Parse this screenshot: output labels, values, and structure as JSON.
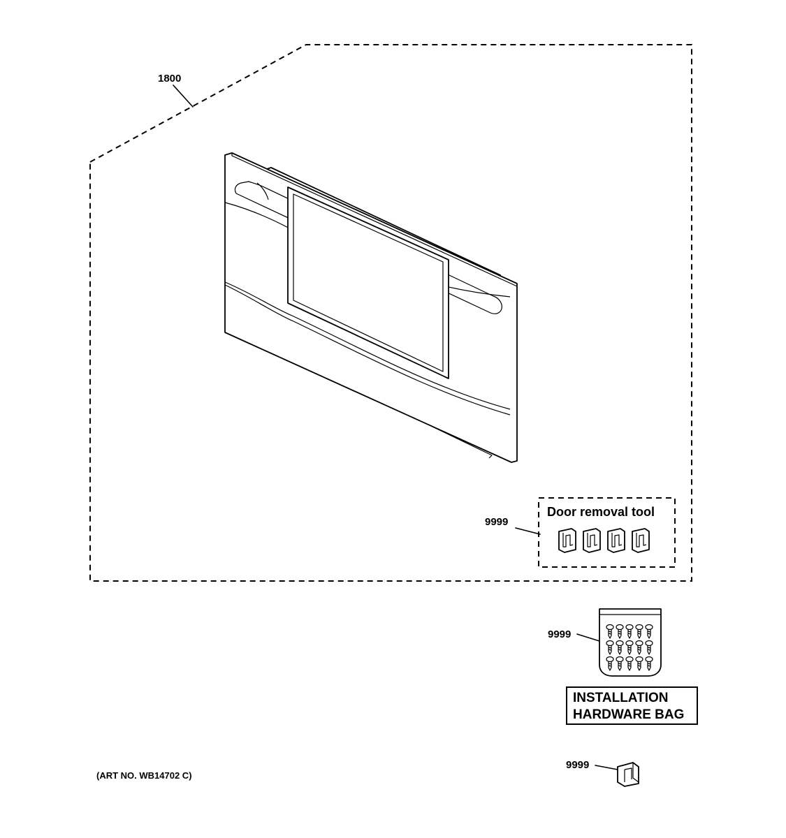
{
  "callouts": {
    "kit": "1800",
    "door_tool": "9999",
    "hardware_bag": "9999",
    "clip": "9999"
  },
  "door_removal_tool": {
    "caption": "Door removal tool"
  },
  "hardware_bag": {
    "line1": "INSTALLATION",
    "line2": "HARDWARE BAG"
  },
  "art_number": "(ART NO. WB14702 C)",
  "icons": [
    "oven-door-icon",
    "door-removal-tool-icon",
    "screw-icon",
    "hardware-bag-icon",
    "clip-icon"
  ]
}
